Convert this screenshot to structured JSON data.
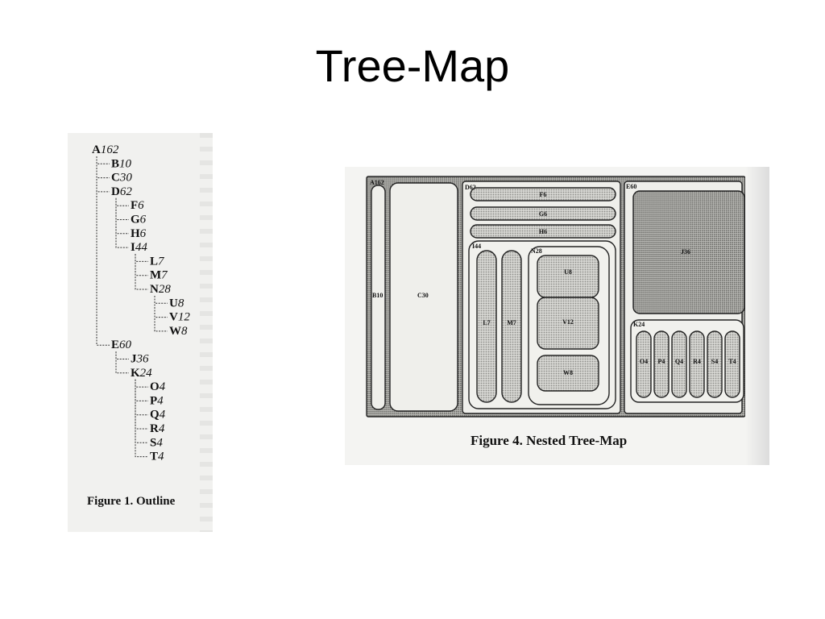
{
  "slide": {
    "title": "Tree-Map"
  },
  "outline": {
    "caption": "Figure 1. Outline",
    "nodes": [
      {
        "label": "A",
        "size": "162",
        "depth": 0
      },
      {
        "label": "B",
        "size": "10",
        "depth": 1
      },
      {
        "label": "C",
        "size": "30",
        "depth": 1
      },
      {
        "label": "D",
        "size": "62",
        "depth": 1
      },
      {
        "label": "F",
        "size": "6",
        "depth": 2
      },
      {
        "label": "G",
        "size": "6",
        "depth": 2
      },
      {
        "label": "H",
        "size": "6",
        "depth": 2
      },
      {
        "label": "I",
        "size": "44",
        "depth": 2
      },
      {
        "label": "L",
        "size": "7",
        "depth": 3
      },
      {
        "label": "M",
        "size": "7",
        "depth": 3
      },
      {
        "label": "N",
        "size": "28",
        "depth": 3
      },
      {
        "label": "U",
        "size": "8",
        "depth": 4
      },
      {
        "label": "V",
        "size": "12",
        "depth": 4
      },
      {
        "label": "W",
        "size": "8",
        "depth": 4
      },
      {
        "label": "E",
        "size": "60",
        "depth": 1
      },
      {
        "label": "J",
        "size": "36",
        "depth": 2
      },
      {
        "label": "K",
        "size": "24",
        "depth": 2
      },
      {
        "label": "O",
        "size": "4",
        "depth": 3
      },
      {
        "label": "P",
        "size": "4",
        "depth": 3
      },
      {
        "label": "Q",
        "size": "4",
        "depth": 3
      },
      {
        "label": "R",
        "size": "4",
        "depth": 3
      },
      {
        "label": "S",
        "size": "4",
        "depth": 3
      },
      {
        "label": "T",
        "size": "4",
        "depth": 3
      }
    ]
  },
  "treemap": {
    "caption": "Figure 4. Nested Tree-Map",
    "labels": {
      "A": "A162",
      "B": "B10",
      "C": "C30",
      "D": "D62",
      "E": "E60",
      "F": "F6",
      "G": "G6",
      "H": "H6",
      "I": "I44",
      "N": "N28",
      "L": "L7",
      "M": "M7",
      "U": "U8",
      "V": "V12",
      "W": "W8",
      "J": "J36",
      "K": "K24",
      "O": "O4",
      "P": "P4",
      "Q": "Q4",
      "R": "R4",
      "S": "S4",
      "T": "T4"
    }
  }
}
